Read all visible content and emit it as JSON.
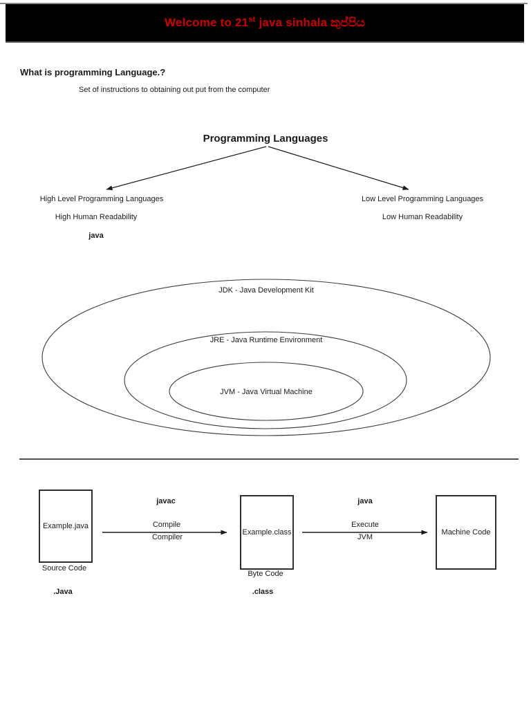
{
  "header": {
    "title_prefix": "Welcome to 21",
    "title_superscript": "st",
    "title_suffix": " java sinhala කුප්පිය",
    "text_color": "#d10000",
    "background_color": "#000000"
  },
  "intro": {
    "question": "What is programming Language.?",
    "answer": "Set of instructions to obtaining out put from the computer"
  },
  "classification": {
    "title": "Programming Languages",
    "left_branch": {
      "line1": "High Level Programming Languages",
      "line2": "High Human Readability",
      "line3": "java"
    },
    "right_branch": {
      "line1": "Low Level Programming Languages",
      "line2": "Low Human Readability"
    }
  },
  "jdk_diagram": {
    "outer_label": "JDK - Java Development Kit",
    "middle_label": "JRE - Java Runtime Environment",
    "inner_label": "JVM - Java Virtual Machine"
  },
  "compilation_flow": {
    "boxes": [
      {
        "label": "Example.java",
        "caption": "Source Code",
        "extension": ".Java"
      },
      {
        "label": "Example.class",
        "caption": "Byte Code",
        "extension": ".class"
      },
      {
        "label": "Machine Code"
      }
    ],
    "arrows": [
      {
        "tool": "javac",
        "action": "Compile",
        "agent": "Compiler"
      },
      {
        "tool": "java",
        "action": "Execute",
        "agent": "JVM"
      }
    ]
  }
}
